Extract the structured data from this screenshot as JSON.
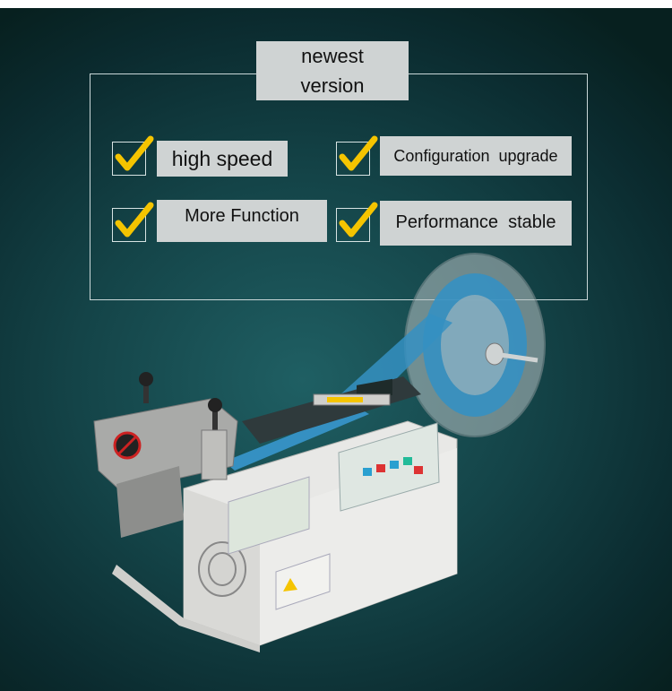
{
  "header": {
    "line1": "newest",
    "line2": "version"
  },
  "features": [
    {
      "label": "high speed",
      "icon": "check-icon"
    },
    {
      "label": "Configuration  upgrade",
      "icon": "check-icon"
    },
    {
      "label": "More Function",
      "icon": "check-icon"
    },
    {
      "label": "Performance  stable",
      "icon": "check-icon"
    }
  ],
  "colors": {
    "check": "#f5c400",
    "label_bg": "#cfd3d3",
    "tape": "#2f8fc0"
  }
}
